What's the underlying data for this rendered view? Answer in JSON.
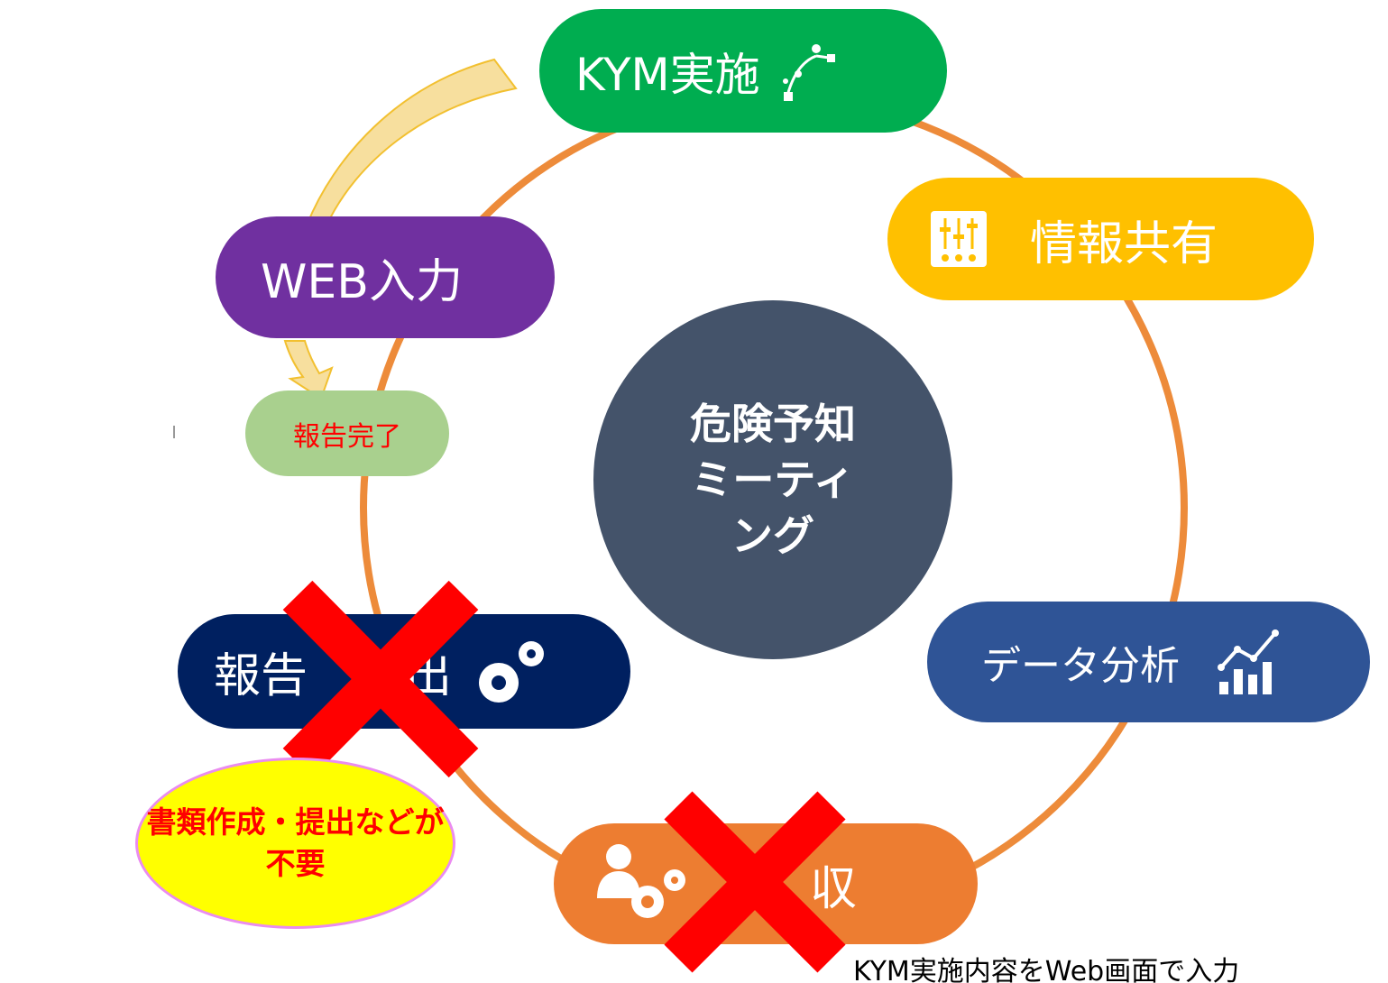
{
  "center": {
    "line1": "危険予知",
    "line2": "ミーティ",
    "line3": "ング"
  },
  "nodes": {
    "kym": {
      "label": "KYM実施",
      "color": "#00ad50",
      "icon": "bezier-curve-icon"
    },
    "info_share": {
      "label": "情報共有",
      "color": "#ffc000",
      "icon": "sliders-icon"
    },
    "data_analysis": {
      "label": "データ分析",
      "color": "#2f5496",
      "icon": "bar-chart-trend-icon"
    },
    "collect": {
      "label": "収",
      "color": "#ed7d31",
      "icon": "user-gears-icon"
    },
    "report_submit": {
      "label_left": "報告",
      "label_right": "出",
      "color": "#002060",
      "icon": "gears-icon"
    },
    "web_input": {
      "label": "WEB入力",
      "color": "#7030a0"
    },
    "report_done": {
      "label": "報告完了",
      "color": "#a9d08e",
      "text_color": "#ff0000"
    }
  },
  "note": {
    "line1": "書類作成・提出などが",
    "line2": "不要"
  },
  "caption": "KYM実施内容をWeb画面で入力",
  "colors": {
    "ring": "#ed8b3a",
    "cross": "#ff0000",
    "arrow_fill": "#f7df9e",
    "arrow_stroke": "#f2c030"
  }
}
